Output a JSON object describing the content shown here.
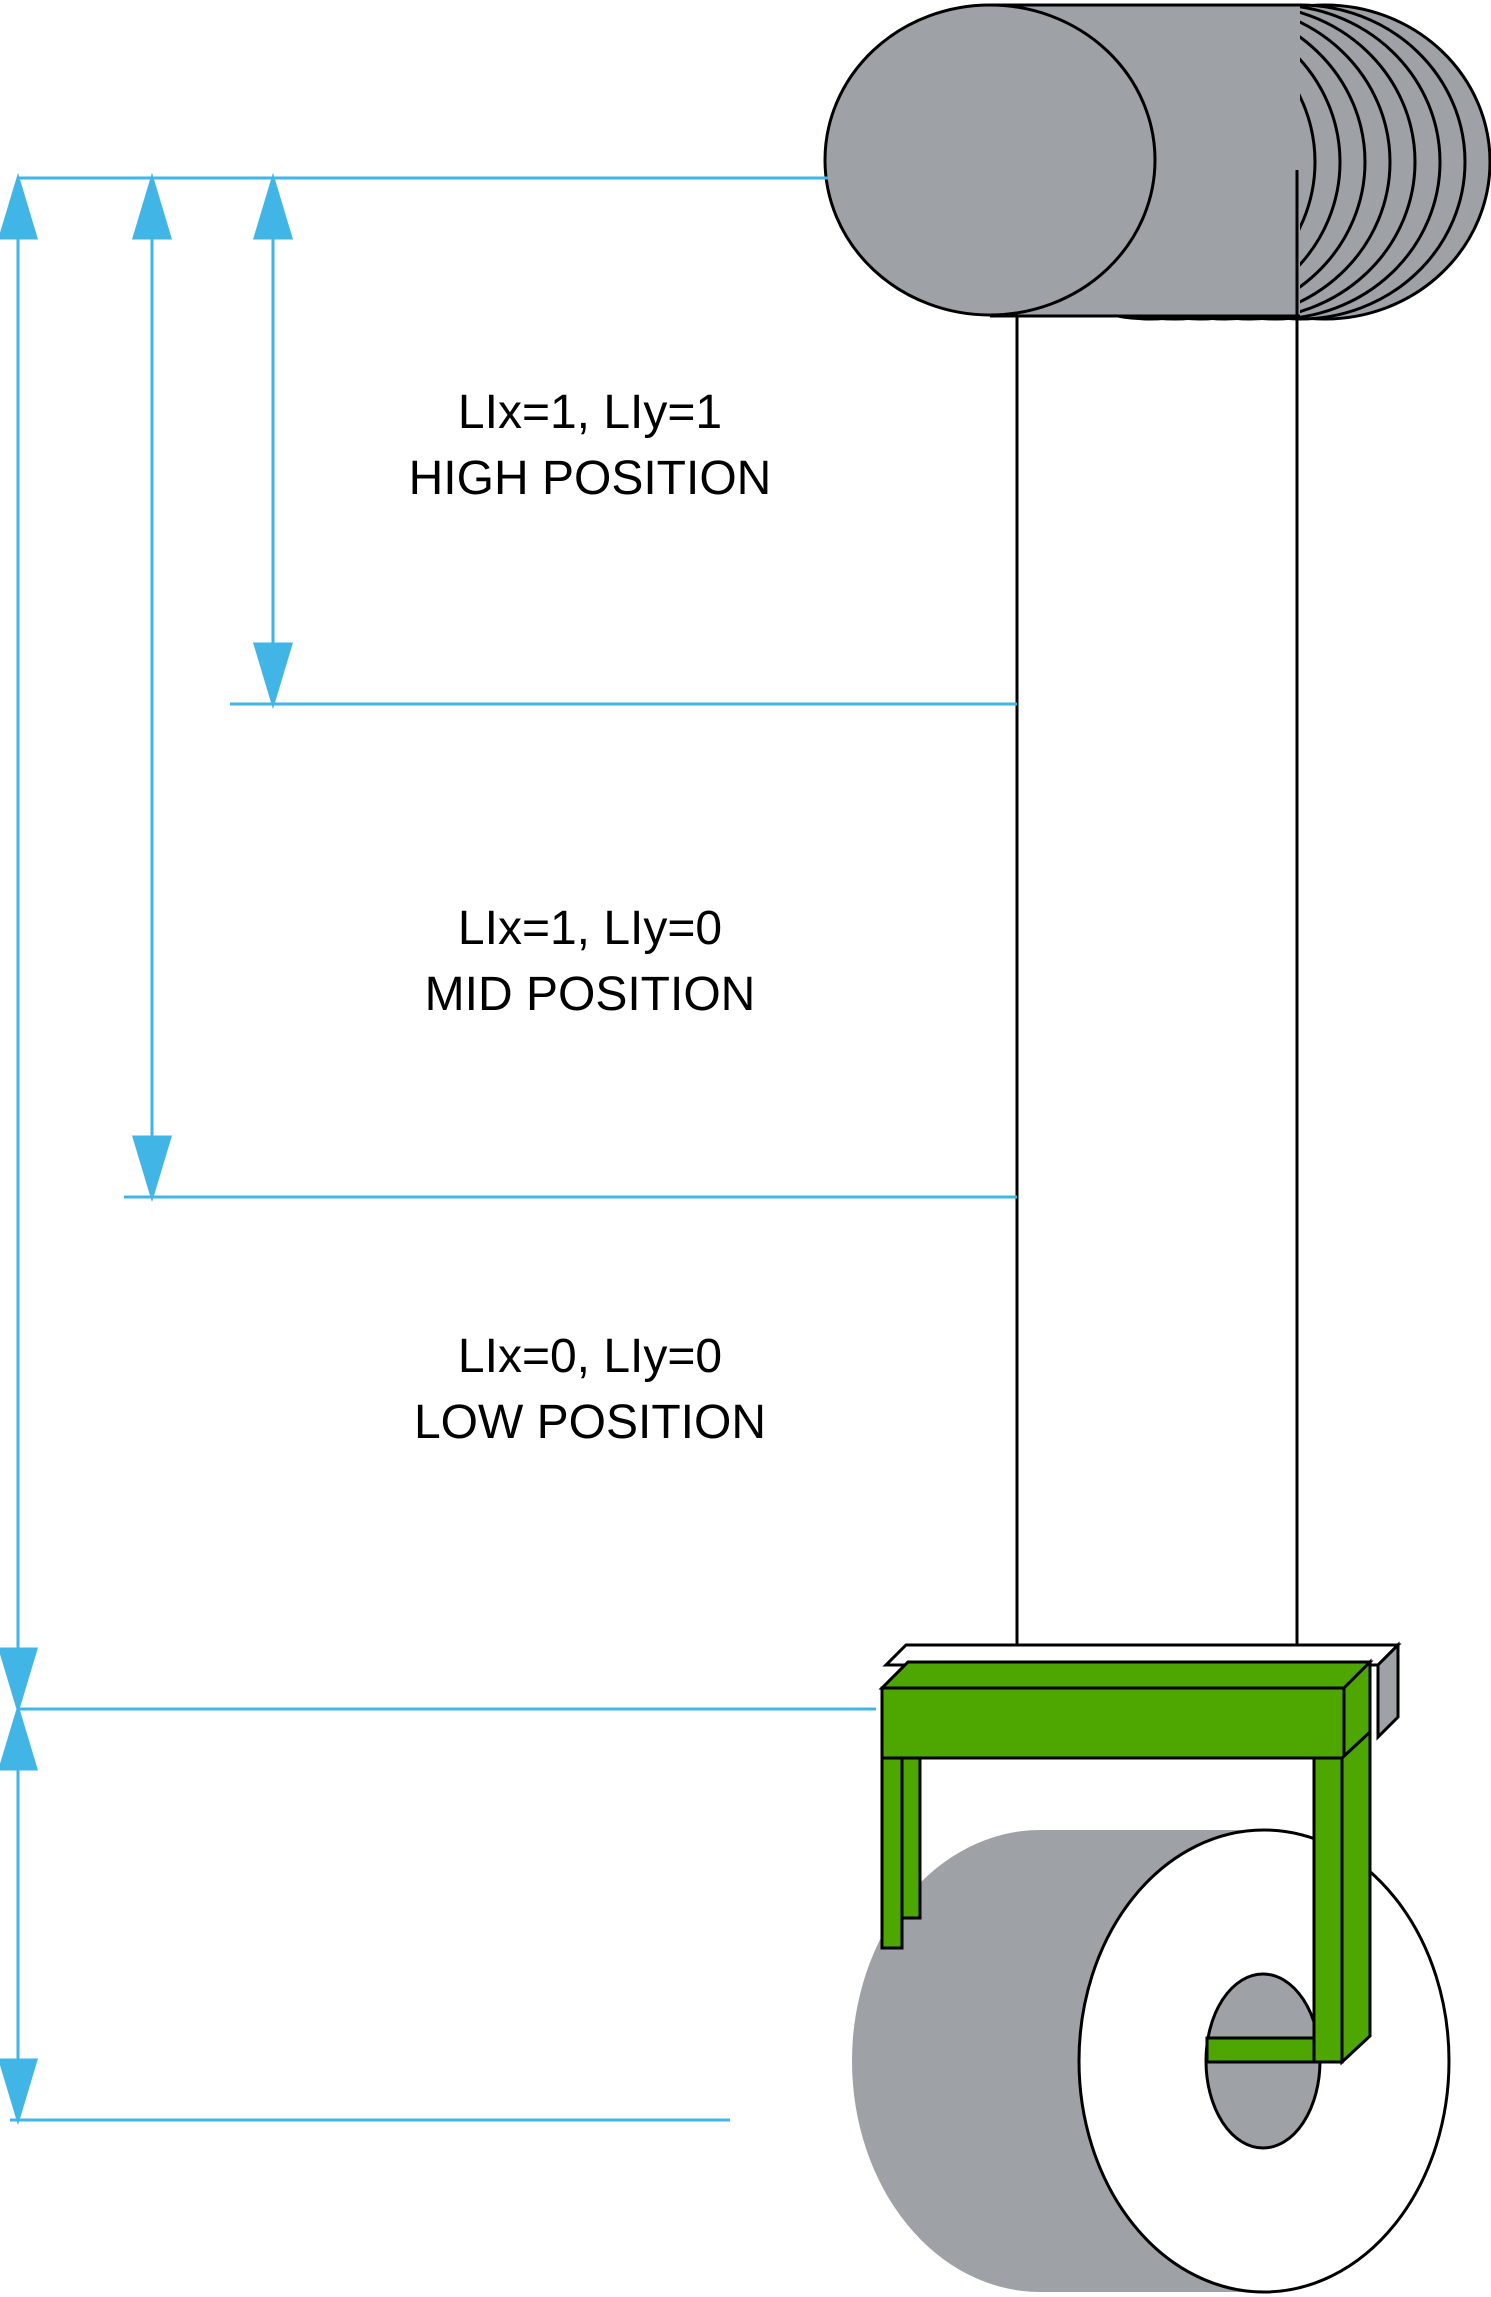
{
  "colors": {
    "dimension_line": "#41b6e6",
    "roller_gray": "#9ea1a5",
    "bracket_green": "#4ea600",
    "outline": "#000000",
    "background": "#ffffff"
  },
  "positions": [
    {
      "id": "high",
      "code": "LIx=1, LIy=1",
      "name": "HIGH POSITION"
    },
    {
      "id": "mid",
      "code": "LIx=1, LIy=0",
      "name": "MID POSITION"
    },
    {
      "id": "low",
      "code": "LIx=0, LIy=0",
      "name": "LOW POSITION"
    }
  ]
}
